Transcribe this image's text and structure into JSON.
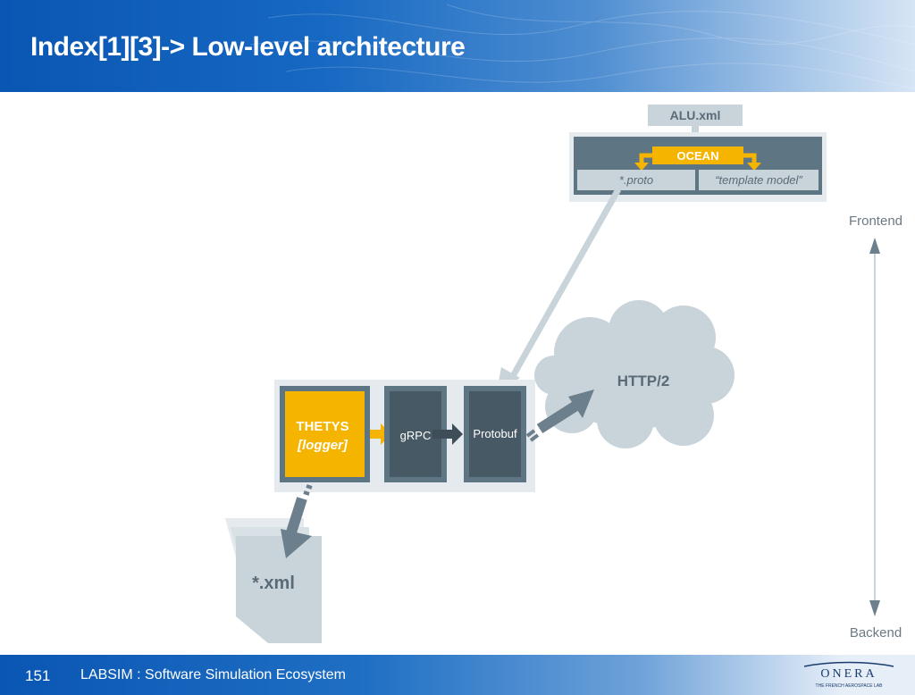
{
  "header": {
    "title": "Index[1][3]-> Low-level architecture"
  },
  "diagram": {
    "alu_xml": "ALU.xml",
    "ocean": "OCEAN",
    "proto": "*.proto",
    "template_model": "“template model”",
    "frontend": "Frontend",
    "backend": "Backend",
    "http2": "HTTP/2",
    "thetys": "THETYS",
    "logger": "[logger]",
    "grpc": "gRPC",
    "protobuf": "Protobuf",
    "xml_file": "*.xml"
  },
  "footer": {
    "page_number": "151",
    "text": "LABSIM : Software Simulation Ecosystem",
    "logo_name": "ONERA",
    "logo_tagline": "THE FRENCH AEROSPACE LAB"
  },
  "colors": {
    "header_blue": "#0a56b3",
    "accent_yellow": "#f5b400",
    "box_dark": "#485966",
    "box_mid": "#5e7584",
    "light_gray": "#c8d3da"
  }
}
